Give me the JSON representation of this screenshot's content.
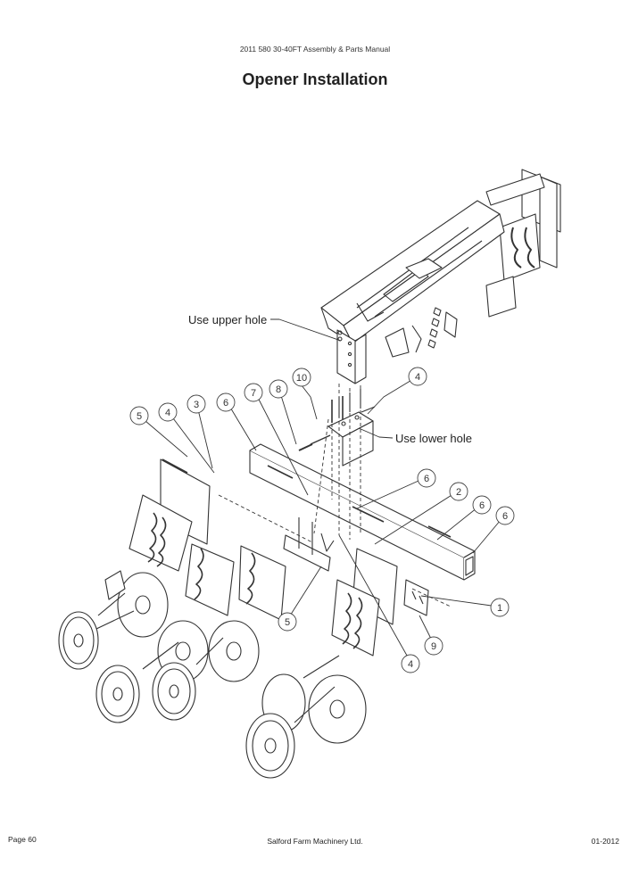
{
  "header": {
    "manual_title": "2011 580 30-40FT Assembly & Parts Manual"
  },
  "page_title": "Opener Installation",
  "notes": {
    "upper_hole": "Use upper hole",
    "lower_hole": "Use lower hole"
  },
  "callouts": [
    "10",
    "4",
    "8",
    "7",
    "6",
    "3",
    "4",
    "5",
    "6",
    "2",
    "6",
    "6",
    "1",
    "9",
    "4",
    "5"
  ],
  "footer": {
    "page": "Page 60",
    "company": "Salford Farm Machinery Ltd.",
    "date": "01-2012"
  }
}
